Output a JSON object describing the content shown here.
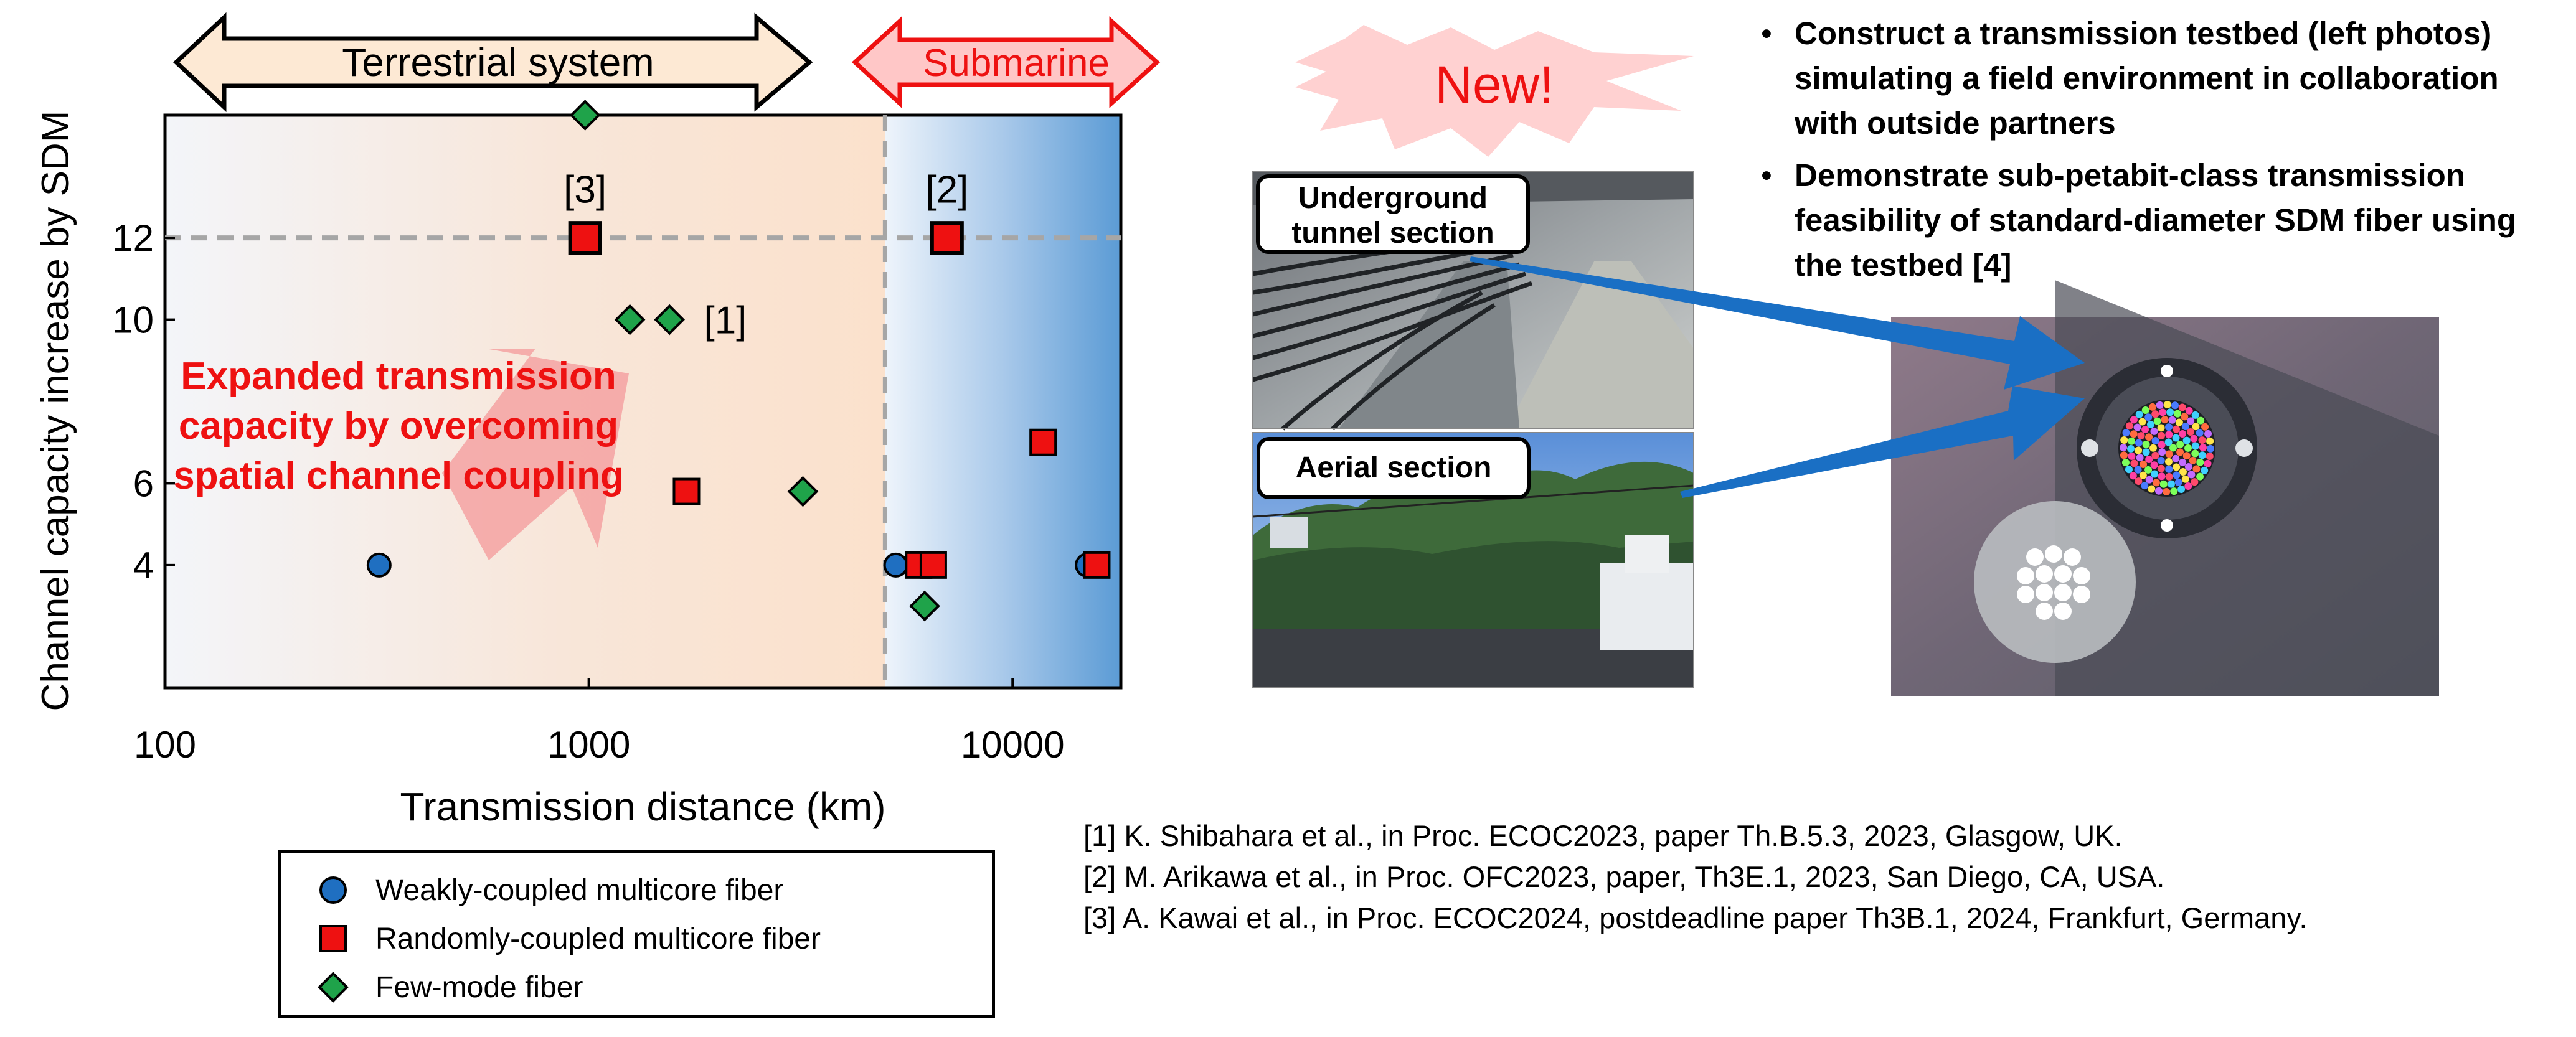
{
  "chart_data": {
    "type": "scatter",
    "xscale": "log",
    "xlim": [
      100,
      18000
    ],
    "ylim": [
      1,
      15
    ],
    "xlabel": "Transmission distance (km)",
    "ylabel": "Channel capacity increase by SDM",
    "xticks": [
      {
        "v": 100,
        "label": "100"
      },
      {
        "v": 1000,
        "label": "1000"
      },
      {
        "v": 10000,
        "label": "10000"
      }
    ],
    "yticks": [
      {
        "v": 4,
        "label": "4"
      },
      {
        "v": 6,
        "label": "6"
      },
      {
        "v": 10,
        "label": "10"
      },
      {
        "v": 12,
        "label": "12"
      }
    ],
    "reference_line_y": 12,
    "region_divider_x": 5000,
    "regions": [
      {
        "label": "Terrestrial system",
        "color": "#fde9d4"
      },
      {
        "label": "Submarine",
        "color": "#ffc7c7"
      }
    ],
    "series": [
      {
        "name": "Weakly-coupled multicore fiber",
        "marker": "circle",
        "color": "#1f6fc1",
        "points": [
          {
            "x": 320,
            "y": 4
          },
          {
            "x": 5300,
            "y": 4
          },
          {
            "x": 15000,
            "y": 4
          }
        ]
      },
      {
        "name": "Randomly-coupled multicore fiber",
        "marker": "square",
        "color": "#ee1111",
        "points": [
          {
            "x": 980,
            "y": 12,
            "big": true
          },
          {
            "x": 7000,
            "y": 12,
            "big": true
          },
          {
            "x": 1700,
            "y": 5.8
          },
          {
            "x": 11800,
            "y": 7
          },
          {
            "x": 6000,
            "y": 4
          },
          {
            "x": 6500,
            "y": 4
          },
          {
            "x": 15800,
            "y": 4
          }
        ]
      },
      {
        "name": "Few-mode fiber",
        "marker": "diamond",
        "color": "#1fa34a",
        "points": [
          {
            "x": 980,
            "y": 15
          },
          {
            "x": 1250,
            "y": 10
          },
          {
            "x": 1550,
            "y": 10
          },
          {
            "x": 3200,
            "y": 5.8
          },
          {
            "x": 6200,
            "y": 3
          }
        ]
      }
    ],
    "annotations": [
      {
        "text": "[3]",
        "x": 980,
        "y": 13.2
      },
      {
        "text": "[2]",
        "x": 7000,
        "y": 13.2
      },
      {
        "text": "[1]",
        "x": 2100,
        "y": 10
      }
    ],
    "overlay_text": [
      "Expanded transmission",
      "capacity by overcoming",
      "spatial channel coupling"
    ]
  },
  "new_badge": "New!",
  "photos": {
    "tunnel_label": [
      "Underground",
      "tunnel section"
    ],
    "aerial_label": "Aerial section"
  },
  "bullets": [
    "Construct a transmission testbed (left photos) simulating a field environment in collaboration with outside partners",
    "Demonstrate sub-petabit-class transmission feasibility of standard-diameter SDM fiber using the testbed [4]"
  ],
  "references": [
    "[1] K. Shibahara et al., in Proc. ECOC2023, paper Th.B.5.3, 2023, Glasgow, UK.",
    "[2] M. Arikawa et al., in Proc. OFC2023, paper, Th3E.1, 2023, San Diego, CA, USA.",
    "[3] A. Kawai et al., in Proc. ECOC2024, postdeadline paper Th3B.1, 2024, Frankfurt, Germany."
  ],
  "colors": {
    "accent_red": "#ee1111",
    "arrow_blue": "#1a6fc4",
    "submarine_blue": "#5b9bd5"
  }
}
